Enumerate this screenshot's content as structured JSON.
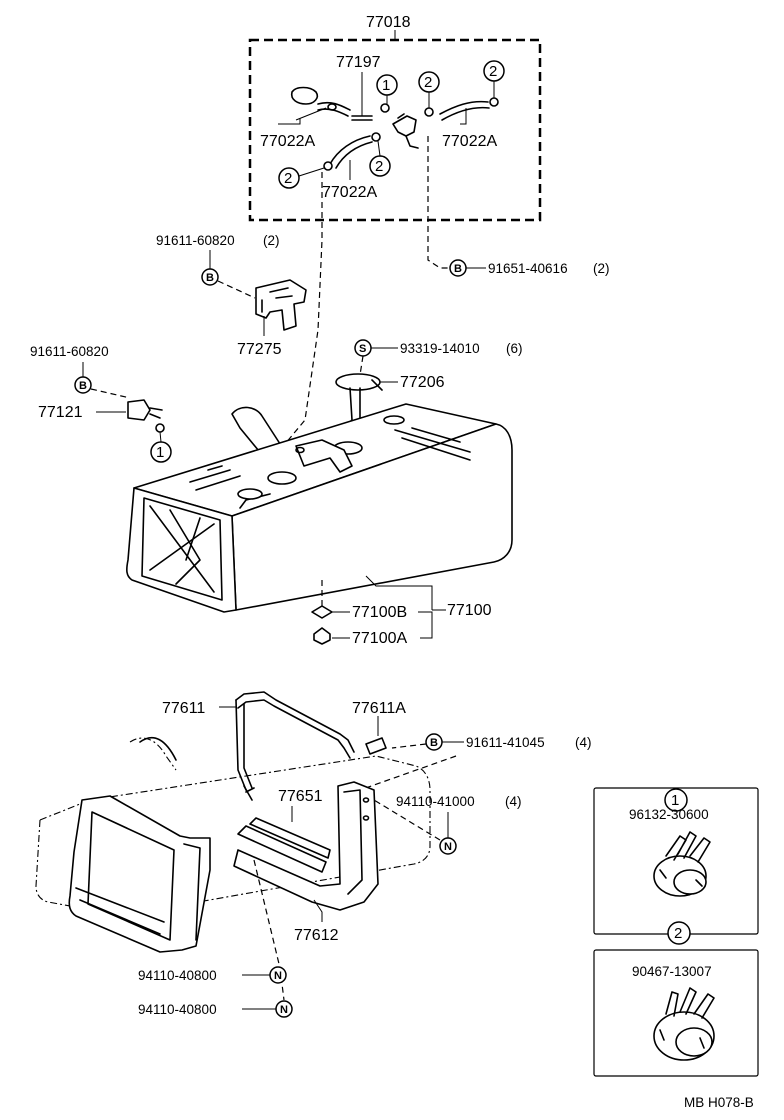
{
  "labels": {
    "p77018": "77018",
    "p77197": "77197",
    "p77022a_1": "77022A",
    "p77022a_2": "77022A",
    "p77022a_3": "77022A",
    "p91611_60820_2": "91611-60820",
    "p91611_60820_2_qty": "(2)",
    "p91651_40616": "91651-40616",
    "p91651_40616_qty": "(2)",
    "p77275": "77275",
    "p91611_60820": "91611-60820",
    "p93319_14010": "93319-14010",
    "p93319_14010_qty": "(6)",
    "p77206": "77206",
    "p77121": "77121",
    "p77100b": "77100B",
    "p77100": "77100",
    "p77100a": "77100A",
    "p77611": "77611",
    "p77611a": "77611A",
    "p91611_41045": "91611-41045",
    "p91611_41045_qty": "(4)",
    "p77651": "77651",
    "p94110_41000": "94110-41000",
    "p94110_41000_qty": "(4)",
    "p77612": "77612",
    "p94110_40800_1": "94110-40800",
    "p94110_40800_2": "94110-40800",
    "p96132_30600": "96132-30600",
    "p90467_13007": "90467-13007",
    "footer_code": "MB H078-B"
  },
  "symbols": {
    "one": "1",
    "two": "2",
    "b": "B",
    "s": "S",
    "n": "N"
  }
}
